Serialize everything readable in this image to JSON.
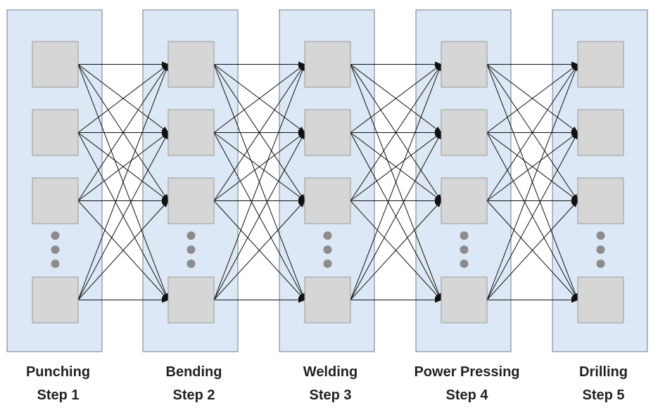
{
  "diagram": {
    "stages": [
      {
        "name": "Punching",
        "step": "Step 1"
      },
      {
        "name": "Bending",
        "step": "Step 2"
      },
      {
        "name": "Welding",
        "step": "Step 3"
      },
      {
        "name": "Power Pressing",
        "step": "Step 4"
      },
      {
        "name": "Drilling",
        "step": "Step 5"
      }
    ],
    "machines_shown_per_stage": 4,
    "connection": "every machine in a stage connects to every machine in the next stage",
    "colors": {
      "stage_fill": "#dce8f5",
      "stage_border": "#6f7c88",
      "machine_fill": "#d6d6d6",
      "machine_border": "#9a9a9a",
      "arrow": "#111111",
      "ellipsis_dot": "#8c8c8c"
    }
  }
}
